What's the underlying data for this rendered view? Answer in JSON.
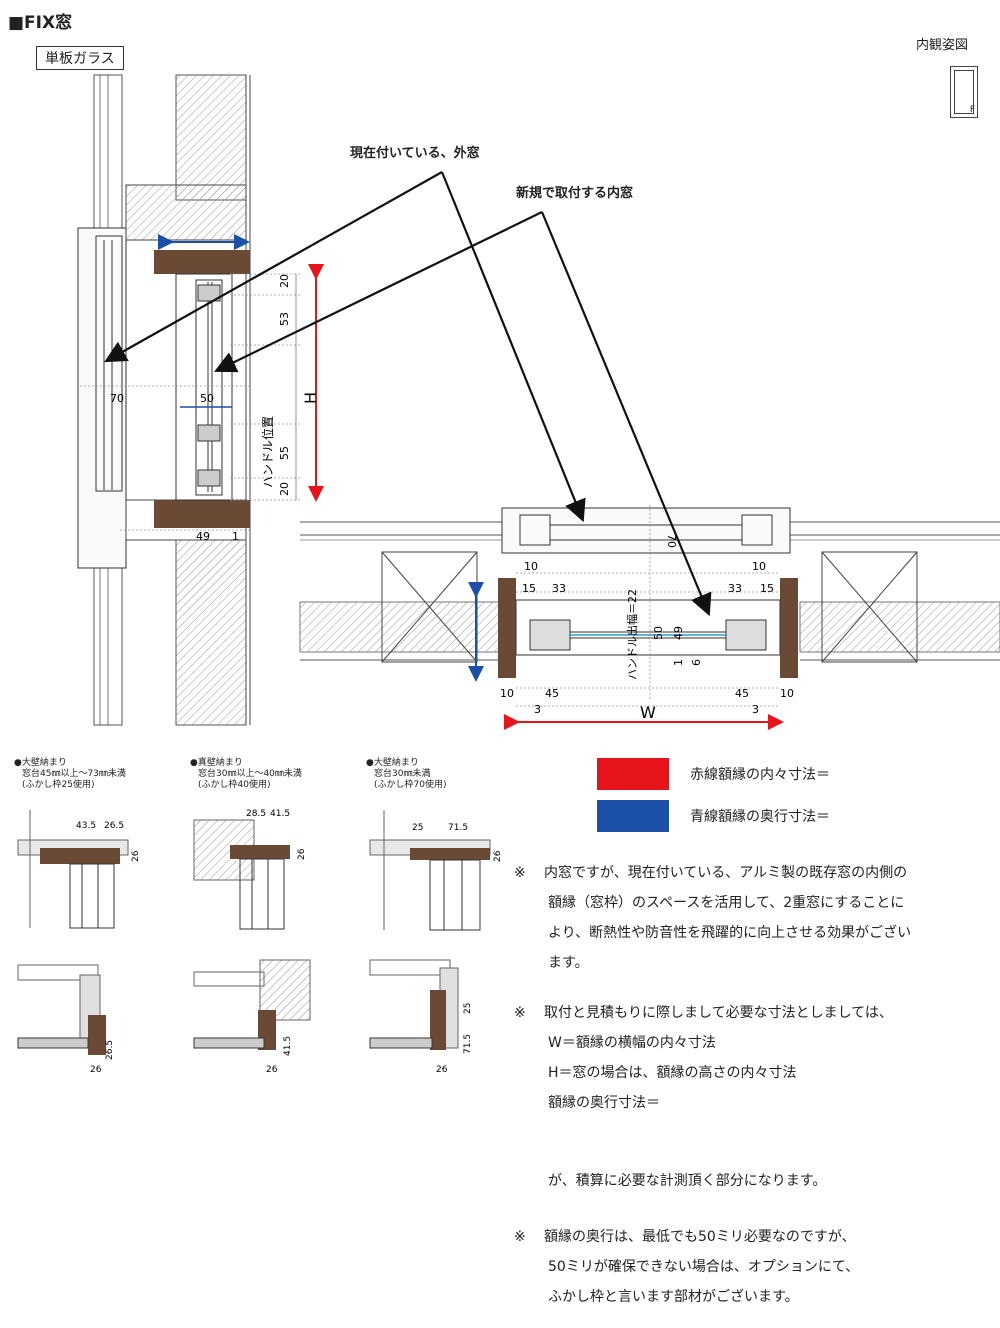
{
  "header": {
    "title": "■FIX窓",
    "glass_type": "単板ガラス",
    "view_label": "内観姿図",
    "view_icon_letter": "F"
  },
  "callouts": {
    "outer_window": "現在付いている、外窓",
    "inner_window": "新規で取付する内窓"
  },
  "vertical_section": {
    "dims": [
      "20",
      "53",
      "55",
      "20",
      "70",
      "50",
      "49",
      "1"
    ],
    "handle_label": "ハンドル位置",
    "height_label": "H"
  },
  "horizontal_section": {
    "dims_top": [
      "10",
      "10",
      "15",
      "33",
      "33",
      "15",
      "70"
    ],
    "handle_label": "ハンドル出幅＝22",
    "dims_mid": [
      "50",
      "49",
      "1",
      "6"
    ],
    "dims_bottom": [
      "10",
      "45",
      "45",
      "10",
      "3",
      "3"
    ],
    "width_label": "W"
  },
  "variants": [
    {
      "line1": "●大壁納まり",
      "line2": "窓台45㎜以上～73㎜未満",
      "line3": "(ふかし枠25使用)",
      "d1": "43.5",
      "d2": "26.5",
      "d3": "26",
      "d4": "26.5",
      "d5": "26"
    },
    {
      "line1": "●真壁納まり",
      "line2": "窓台30㎜以上～40㎜未満",
      "line3": "(ふかし枠40使用)",
      "d1": "28.5",
      "d2": "41.5",
      "d3": "26",
      "d4": "41.5",
      "d5": "26"
    },
    {
      "line1": "●大壁納まり",
      "line2": "窓台30㎜未満",
      "line3": "(ふかし枠70使用)",
      "d1": "25",
      "d2": "71.5",
      "d3": "26",
      "d4": "71.5",
      "d5": "26"
    }
  ],
  "legend": [
    {
      "color": "#e8141c",
      "text": "赤線額縁の内々寸法＝"
    },
    {
      "color": "#1b4fa8",
      "text": "青線額縁の奥行寸法＝"
    }
  ],
  "notes": {
    "n1_mark": "※",
    "n1_l1": "内窓ですが、現在付いている、アルミ製の既存窓の内側の",
    "n1_l2": "額縁（窓枠）のスペースを活用して、2重窓にすることに",
    "n1_l3": "より、断熱性や防音性を飛躍的に向上させる効果がござい",
    "n1_l4": "ます。",
    "n2_mark": "※",
    "n2_l1": "取付と見積もりに際しまして必要な寸法としましては、",
    "n2_l2": "W＝額縁の横幅の内々寸法",
    "n2_l3": "H＝窓の場合は、額縁の高さの内々寸法",
    "n2_l4": "額縁の奥行寸法＝",
    "n2_l5": "が、積算に必要な計測頂く部分になります。",
    "n3_mark": "※",
    "n3_l1": "額縁の奥行は、最低でも50ミリ必要なのですが、",
    "n3_l2": "50ミリが確保できない場合は、オプションにて、",
    "n3_l3": "ふかし枠と言います部材がございます。"
  }
}
